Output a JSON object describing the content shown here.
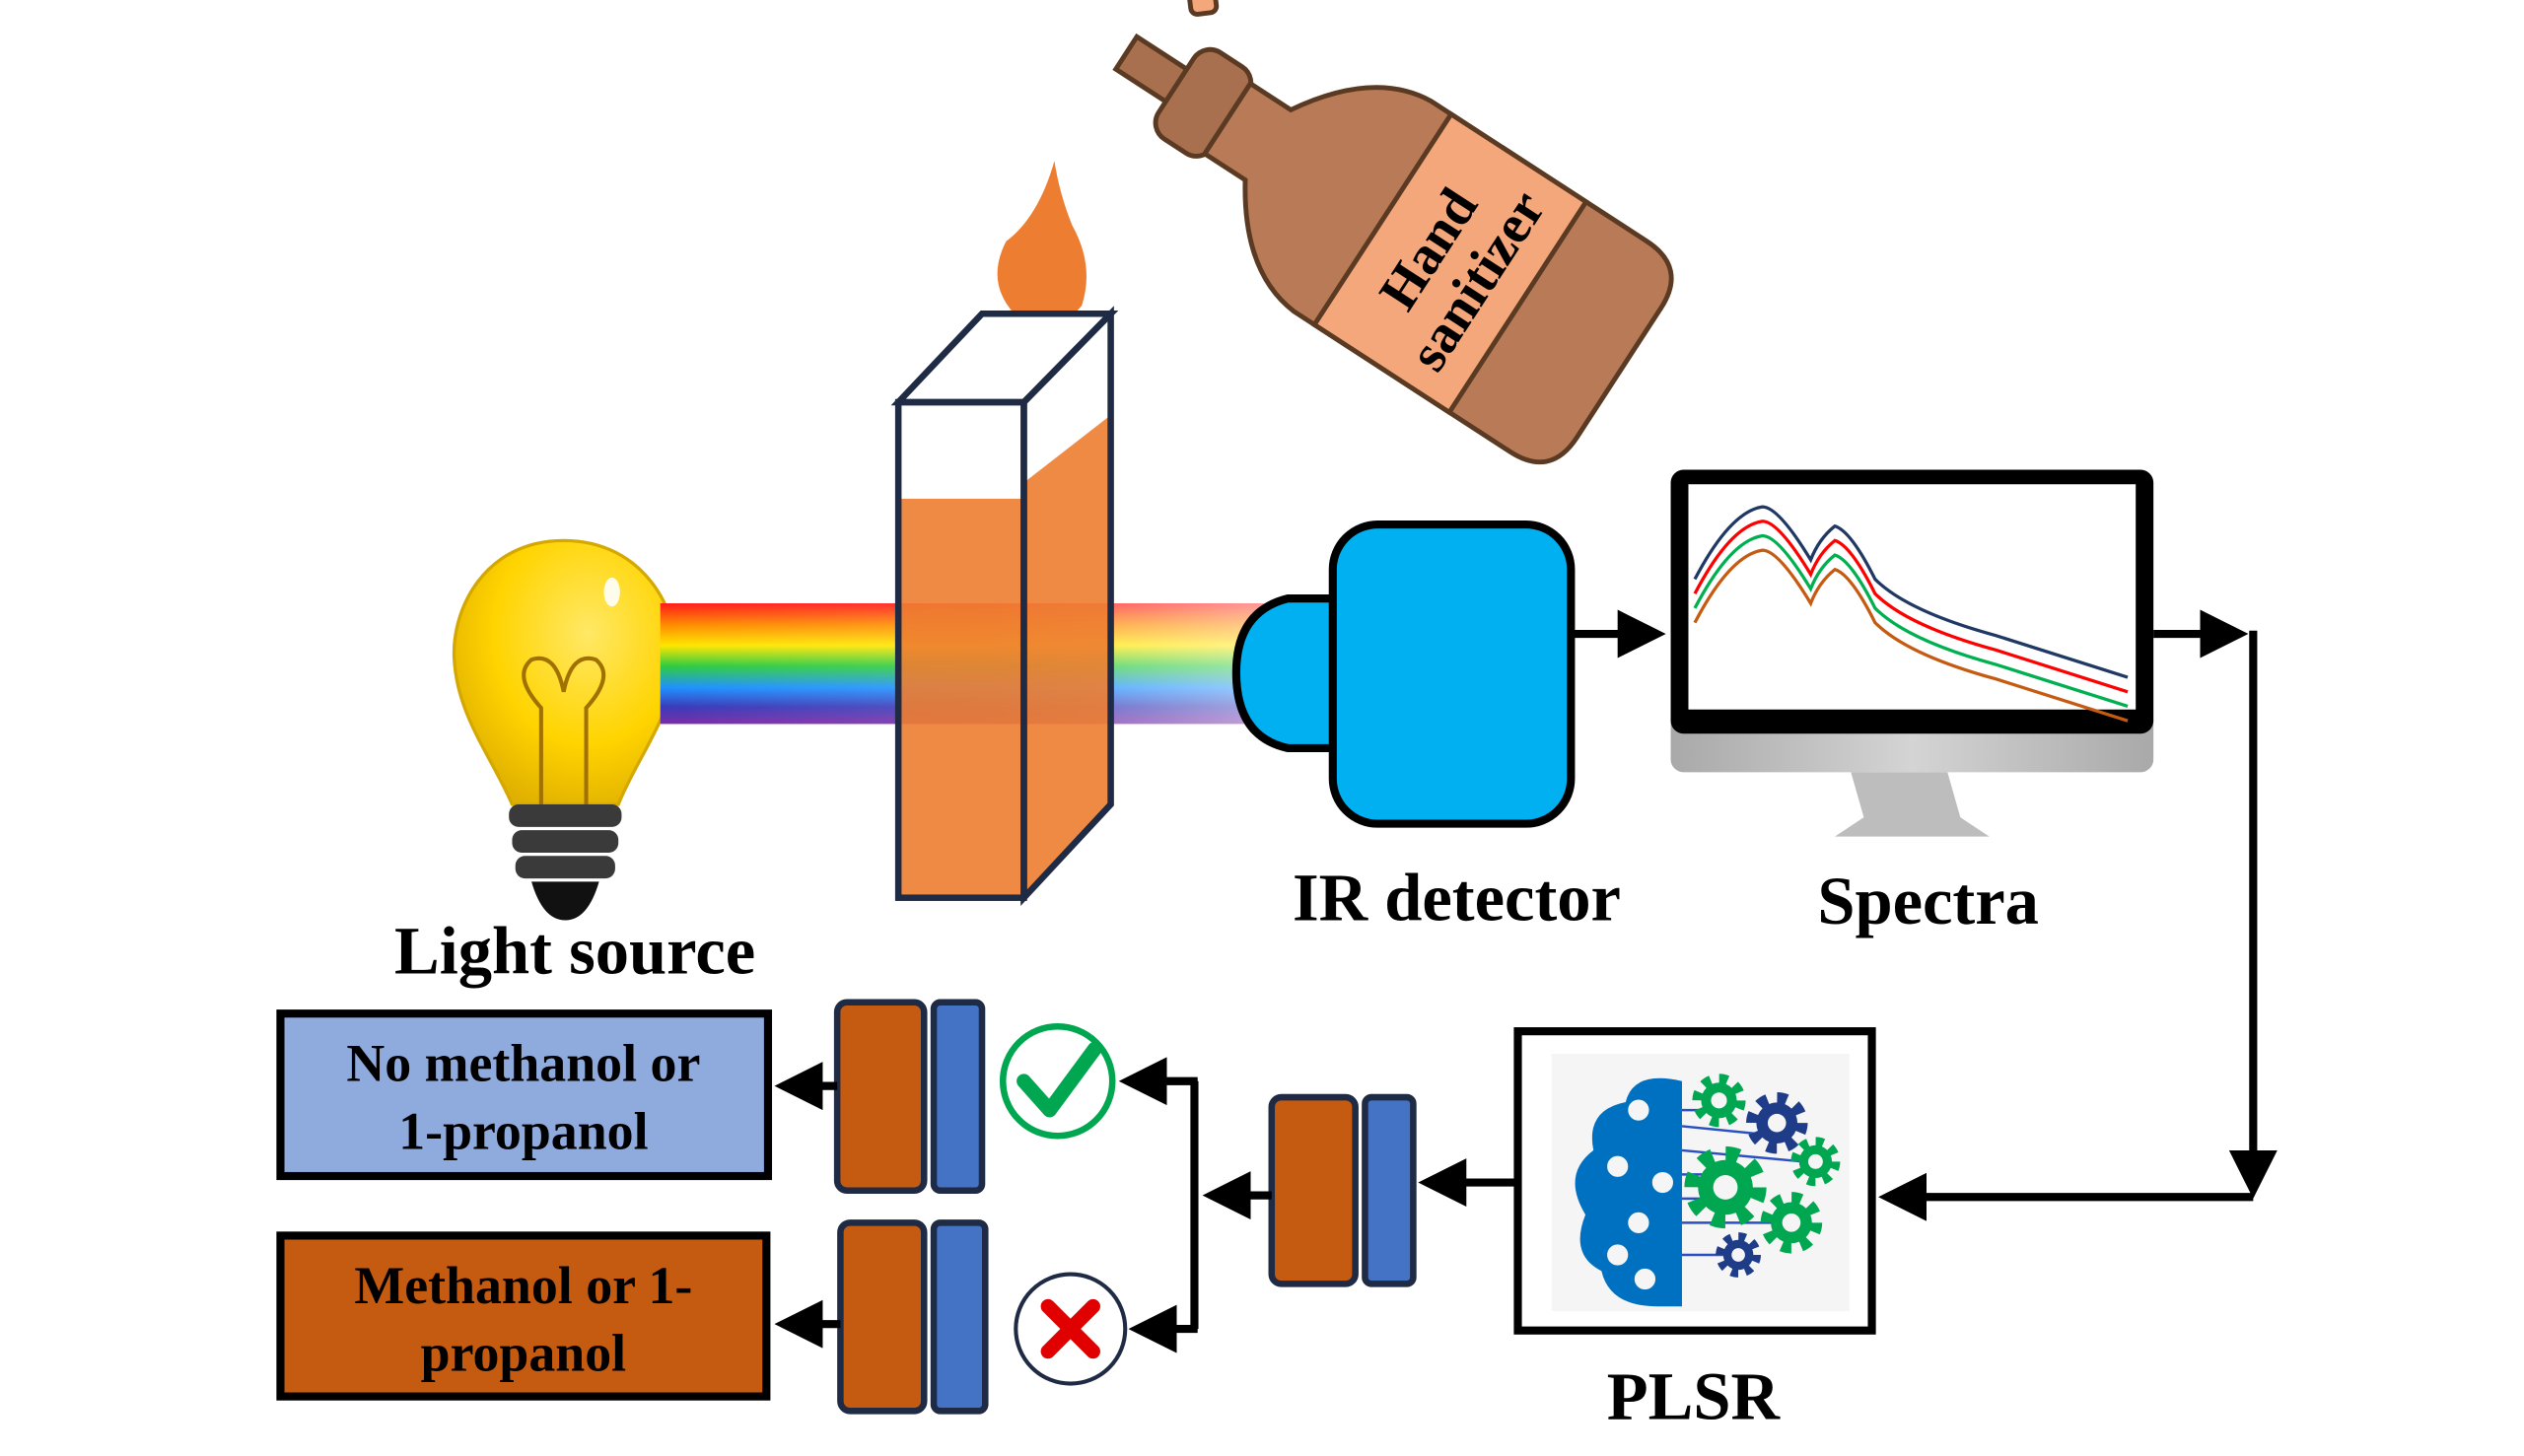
{
  "labels": {
    "bottle_line1": "Hand",
    "bottle_line2": "sanitizer",
    "light_source": "Light source",
    "ir_detector": "IR detector",
    "spectra": "Spectra",
    "plsr": "PLSR"
  },
  "outcomes": [
    {
      "line1": "No methanol or",
      "line2": "1-propanol",
      "icon": "check-icon",
      "fill": "#8faadc"
    },
    {
      "line1": "Methanol or 1-",
      "line2": "propanol",
      "icon": "cross-icon",
      "fill": "#c55a11"
    }
  ],
  "colors": {
    "liquid": "#ed7d31",
    "bottle": "#b97a57",
    "bottle_label": "#f4a77a",
    "detector": "#00b0f0",
    "block_orange": "#c55a11",
    "block_blue": "#4472c4",
    "brain": "#0070c0",
    "gear_green": "#00a650",
    "gear_navy": "#1f3c88",
    "spectra_lines": [
      "#1f3864",
      "#ff0000",
      "#00b050",
      "#c55a11"
    ]
  }
}
